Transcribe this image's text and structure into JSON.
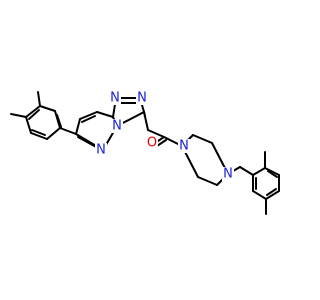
{
  "molecule": {
    "atom_labels": {
      "n_triazole_top_left": "N",
      "n_triazole_top_right": "N",
      "n_bridge": "N",
      "n_pyridazine": "N",
      "o_carbonyl": "O",
      "n_piperazine_amide": "N",
      "n_piperazine_aryl": "N"
    },
    "colors": {
      "bond": "#000000",
      "nitrogen": "#1a22d8",
      "oxygen": "#e00000",
      "background": "#ffffff"
    }
  }
}
